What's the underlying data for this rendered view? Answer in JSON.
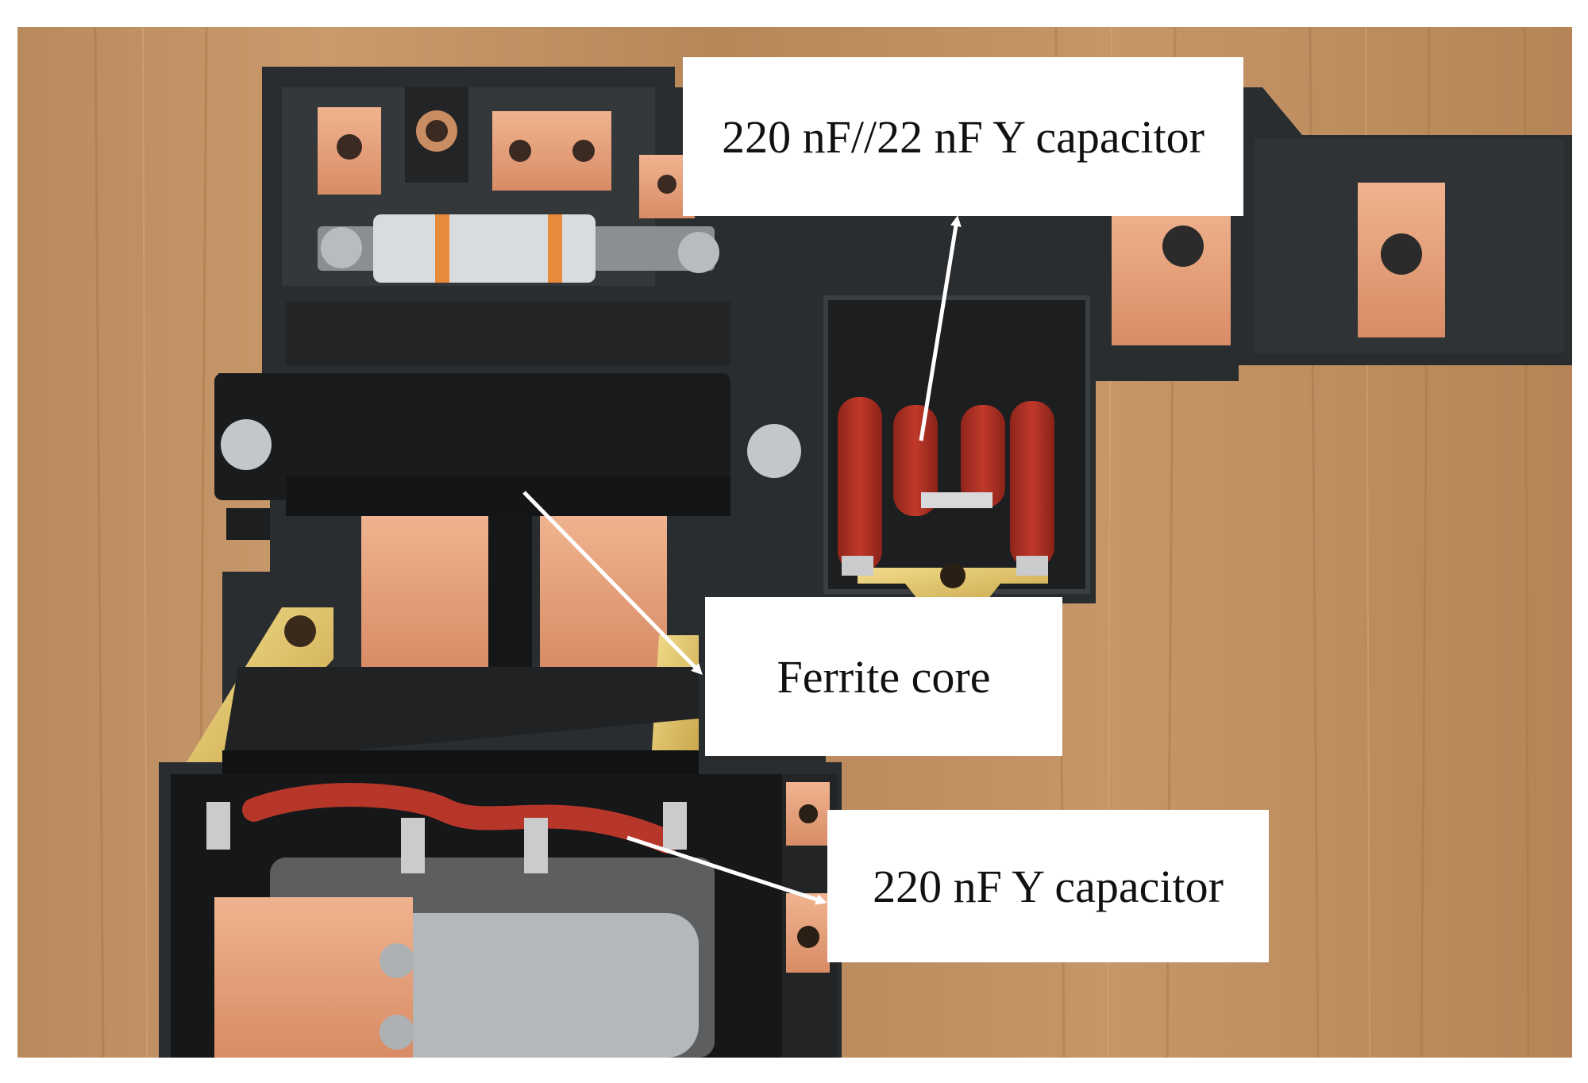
{
  "figure": {
    "annotations": {
      "y_cap_pair": "220 nF//22 nF Y capacitor",
      "ferrite_core": "Ferrite core",
      "y_cap_single": "220 nF Y capacitor"
    }
  }
}
